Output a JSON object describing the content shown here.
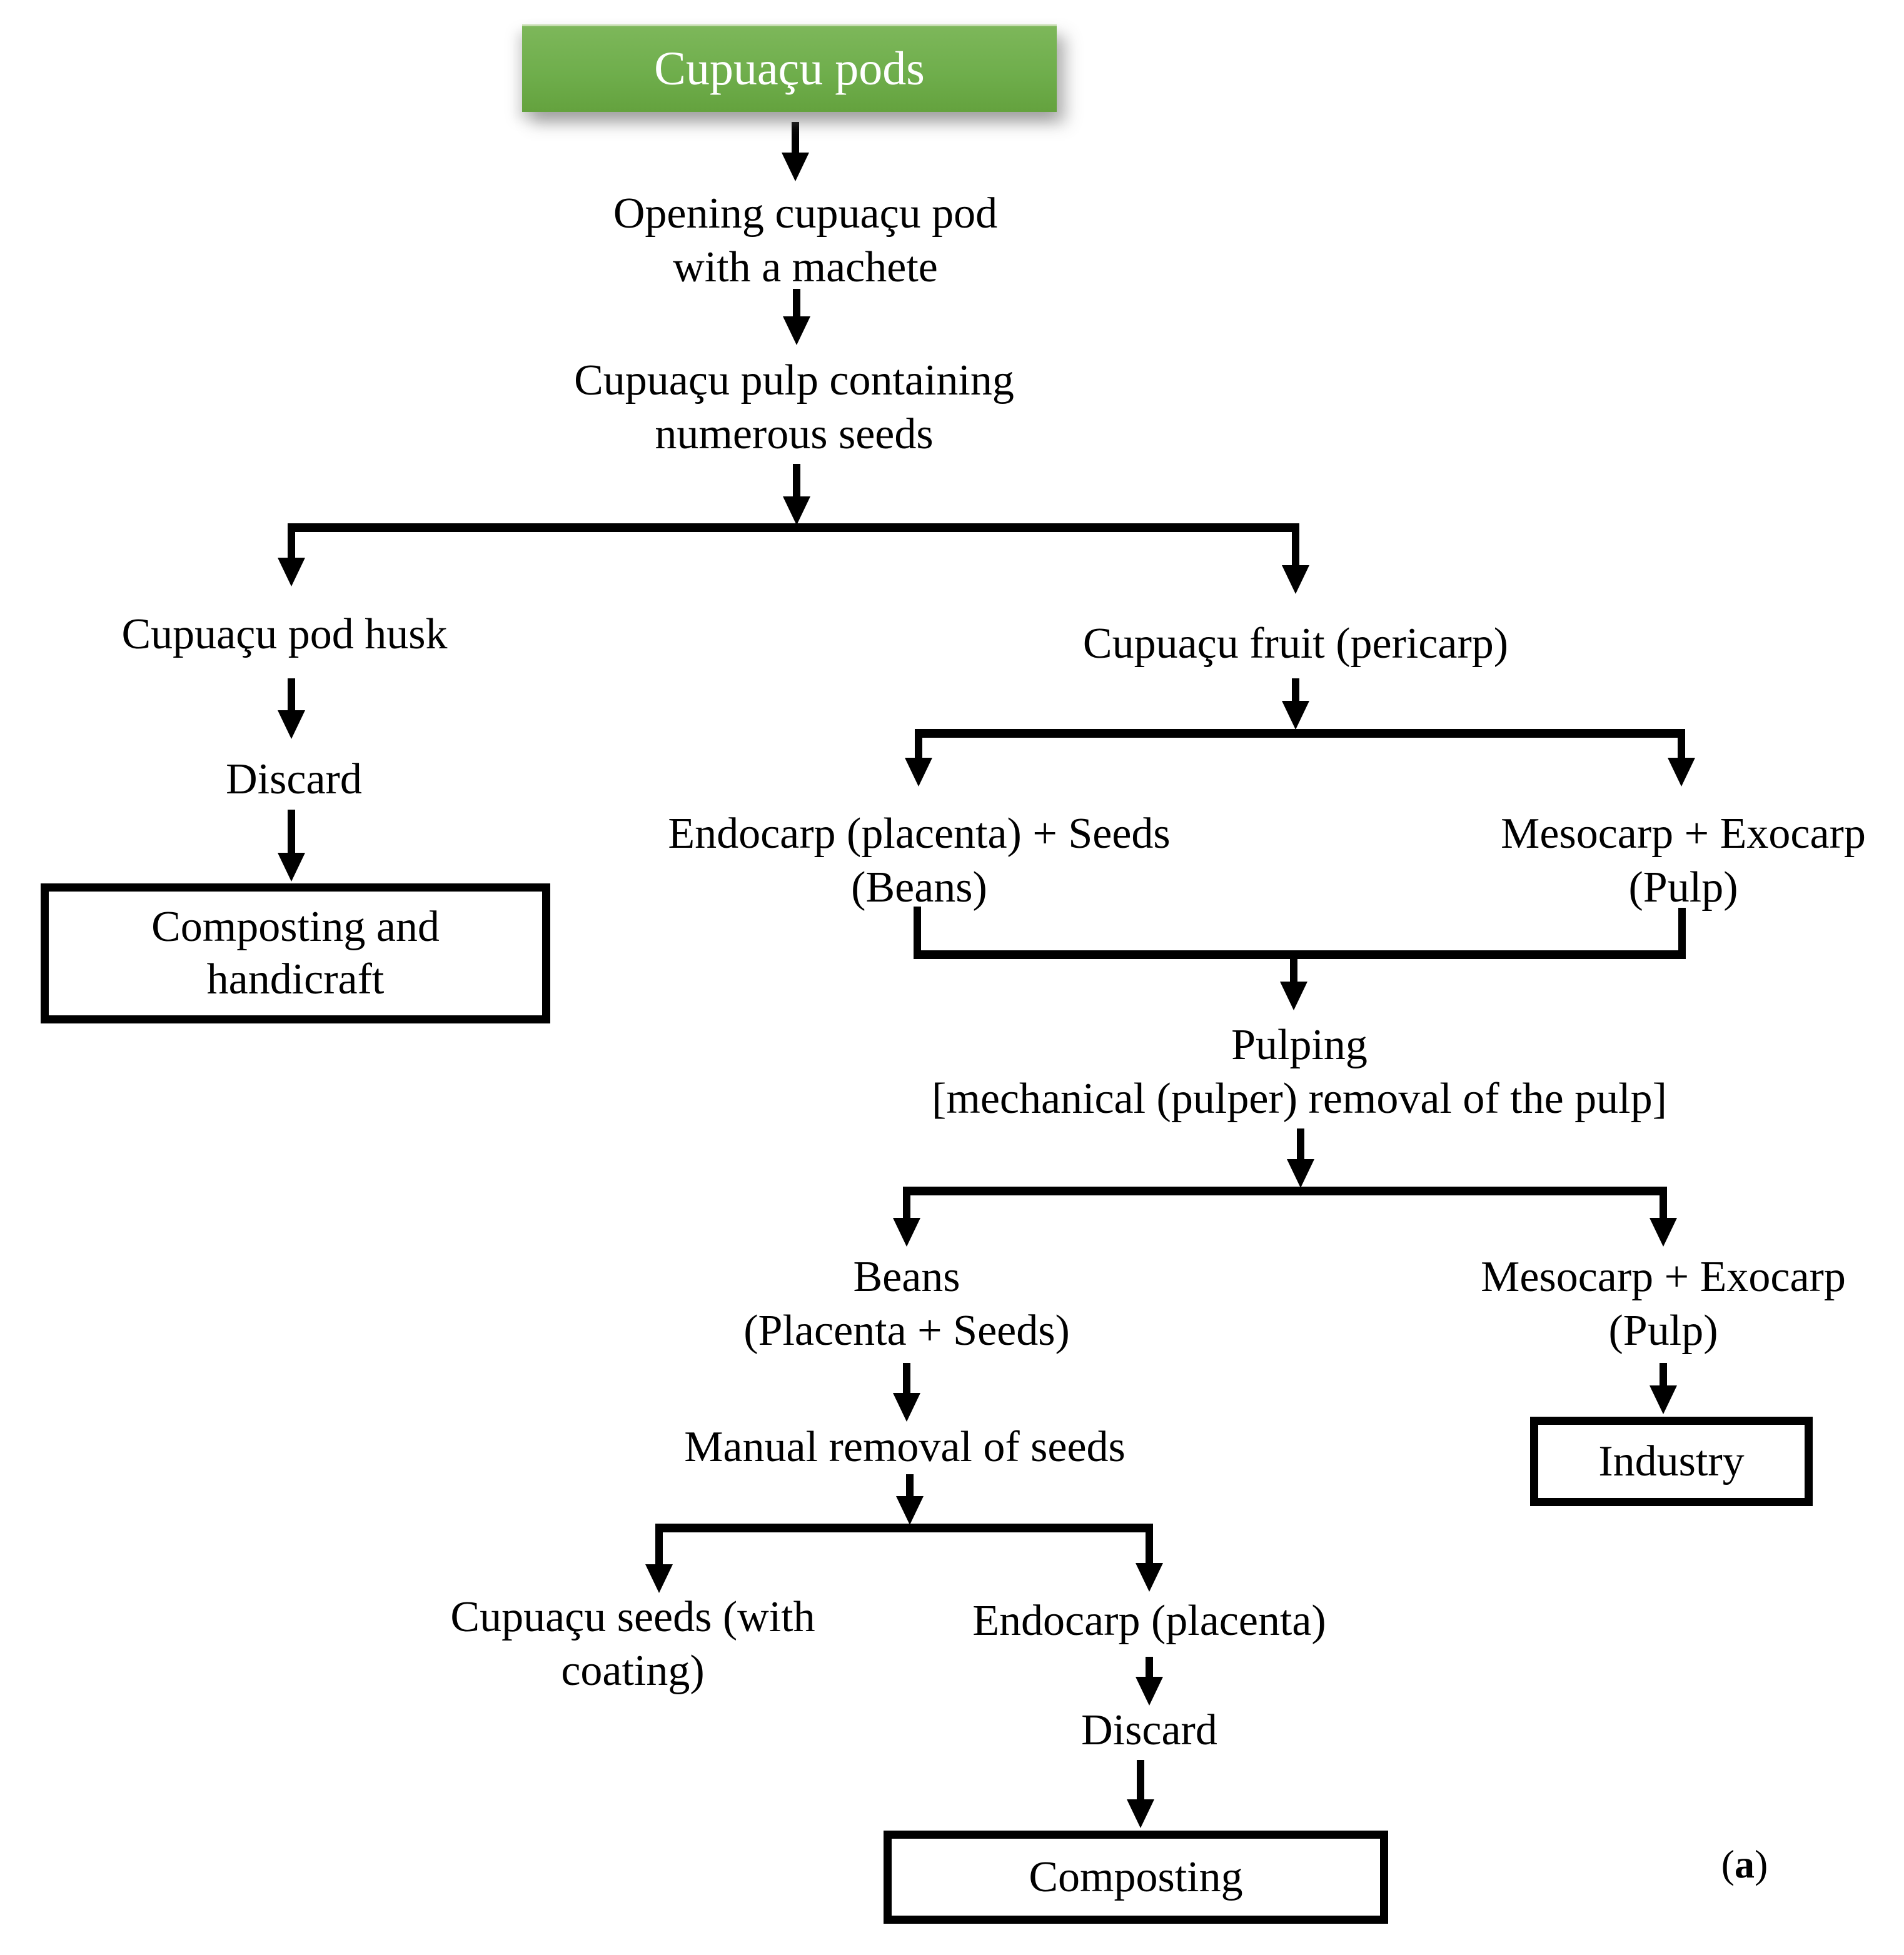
{
  "flowchart": {
    "root": {
      "label": "Cupuaçu pods"
    },
    "steps": {
      "opening": {
        "line1": "Opening cupuaçu pod",
        "line2": "with a machete"
      },
      "pulp_seeds": {
        "line1": "Cupuaçu pulp containing",
        "line2": "numerous seeds"
      },
      "husk": {
        "line1": "Cupuaçu pod husk"
      },
      "discard_husk": {
        "line1": "Discard"
      },
      "composting_handicraft": {
        "line1": "Composting and",
        "line2": "handicraft"
      },
      "fruit": {
        "line1": "Cupuaçu fruit (pericarp)"
      },
      "endocarp_seeds": {
        "line1": "Endocarp (placenta) + Seeds",
        "line2": "(Beans)"
      },
      "mesocarp_pulp_1": {
        "line1": "Mesocarp + Exocarp",
        "line2": "(Pulp)"
      },
      "pulping": {
        "line1": "Pulping",
        "line2": "[mechanical (pulper) removal of the pulp]"
      },
      "beans": {
        "line1": "Beans",
        "line2": "(Placenta + Seeds)"
      },
      "mesocarp_pulp_2": {
        "line1": "Mesocarp + Exocarp",
        "line2": "(Pulp)"
      },
      "manual_removal": {
        "line1": "Manual removal of seeds"
      },
      "seeds_coating": {
        "line1": "Cupuaçu seeds (with",
        "line2": "coating)"
      },
      "endocarp_placenta": {
        "line1": "Endocarp (placenta)"
      },
      "discard_placenta": {
        "line1": "Discard"
      },
      "industry": {
        "line1": "Industry"
      },
      "composting": {
        "line1": "Composting"
      }
    },
    "caption": {
      "open": "(",
      "letter": "a",
      "close": ")"
    },
    "colors": {
      "root_fill_top": "#7db75a",
      "root_fill_bottom": "#64a23e",
      "root_text": "#ffffff",
      "line": "#000000",
      "background": "#ffffff"
    }
  }
}
